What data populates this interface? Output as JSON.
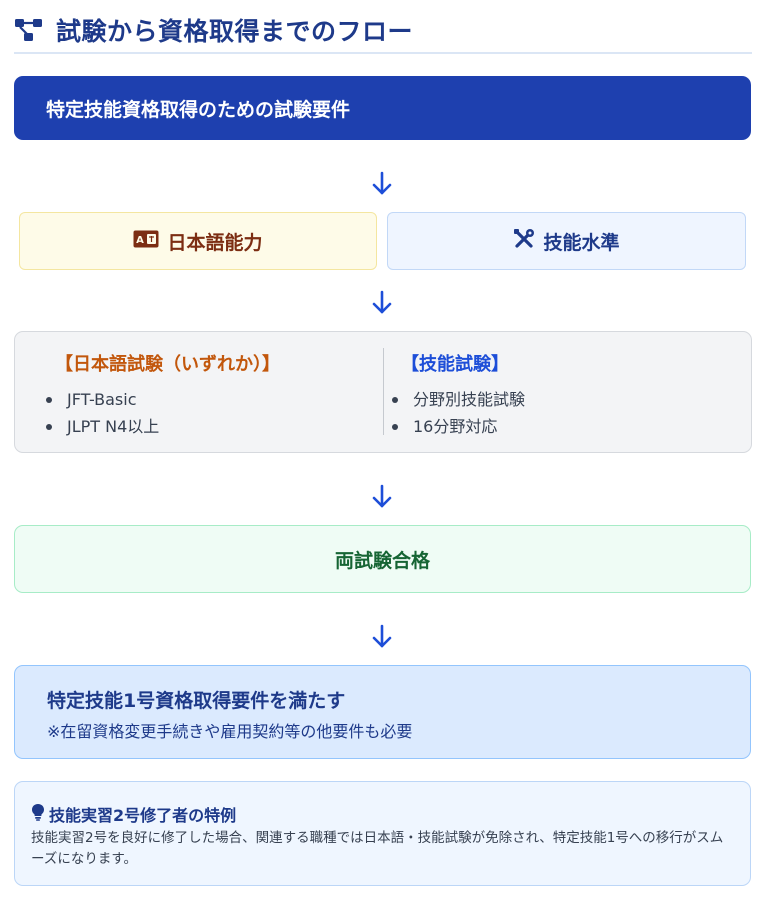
{
  "header": {
    "title": "試験から資格取得までのフロー",
    "icon": "flow-diagram-icon"
  },
  "requirement": {
    "label": "特定技能資格取得のための試験要件"
  },
  "skills": {
    "japanese": {
      "label": "日本語能力",
      "icon": "language-card-icon"
    },
    "technical": {
      "label": "技能水準",
      "icon": "tools-icon"
    }
  },
  "exams": {
    "japanese": {
      "title": "【日本語試験（いずれか）】",
      "items": [
        "JFT-Basic",
        "JLPT N4以上"
      ]
    },
    "technical": {
      "title": "【技能試験】",
      "items": [
        "分野別技能試験",
        "16分野対応"
      ]
    }
  },
  "pass": {
    "label": "両試験合格"
  },
  "result": {
    "title": "特定技能1号資格取得要件を満たす",
    "note": "※在留資格変更手続きや雇用契約等の他要件も必要"
  },
  "special": {
    "icon": "lightbulb-icon",
    "title": "技能実習2号修了者の特例",
    "body": "技能実習2号を良好に修了した場合、関連する職種では日本語・技能試験が免除され、特定技能1号への移行がスムーズになります。"
  },
  "colors": {
    "primary": "#1e40af",
    "arrow": "#1d4ed8",
    "japanese_accent": "#c2570c",
    "pass_green": "#166534"
  }
}
